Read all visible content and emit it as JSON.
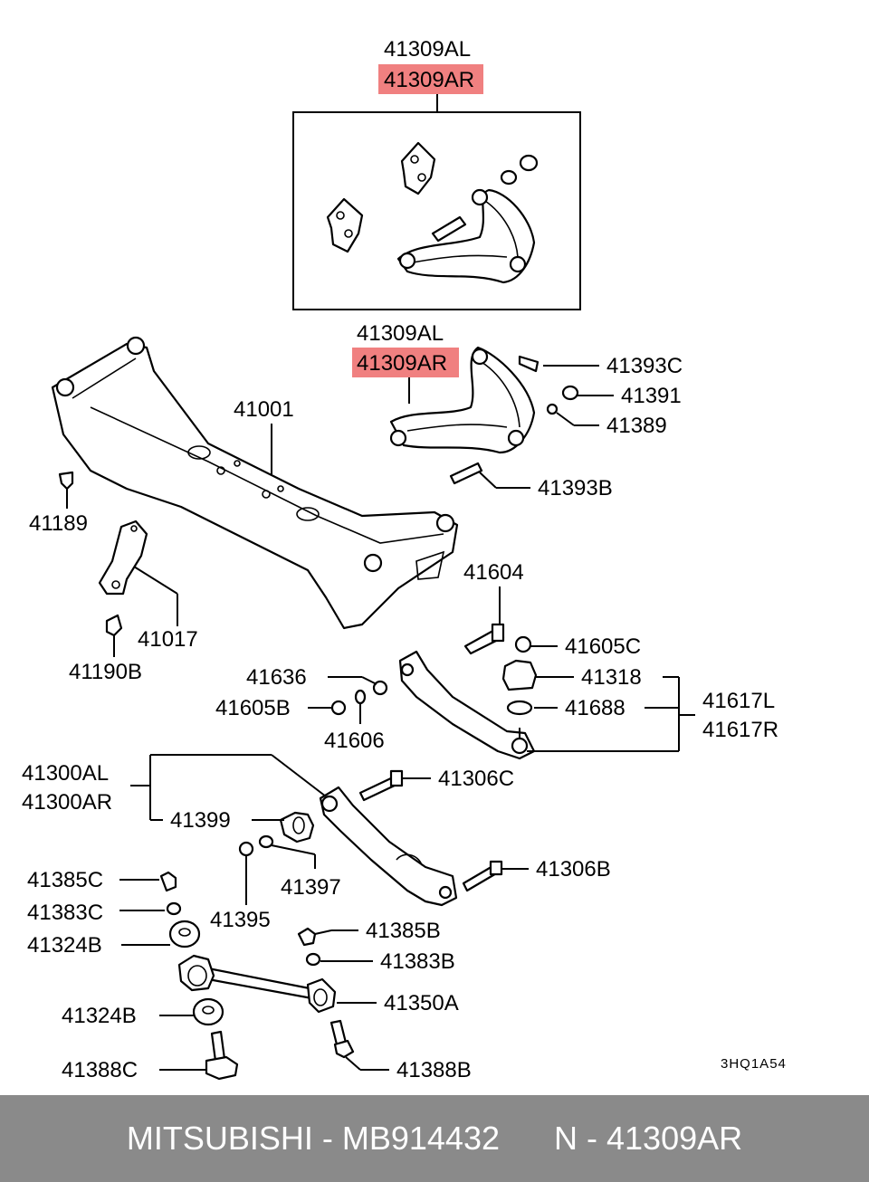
{
  "labels": {
    "p41309AL_top": "41309AL",
    "p41309AR_top": "41309AR",
    "p41309AL_mid": "41309AL",
    "p41309AR_mid": "41309AR",
    "p41393C": "41393C",
    "p41391": "41391",
    "p41389": "41389",
    "p41001": "41001",
    "p41393B": "41393B",
    "p41189": "41189",
    "p41017": "41017",
    "p41190B": "41190B",
    "p41604": "41604",
    "p41605C": "41605C",
    "p41636": "41636",
    "p41318": "41318",
    "p41617L": "41617L",
    "p41605B": "41605B",
    "p41688": "41688",
    "p41617R": "41617R",
    "p41606": "41606",
    "p41300AL": "41300AL",
    "p41306C": "41306C",
    "p41300AR": "41300AR",
    "p41399": "41399",
    "p41306B": "41306B",
    "p41385C": "41385C",
    "p41397": "41397",
    "p41383C": "41383C",
    "p41395": "41395",
    "p41385B": "41385B",
    "p41324B_a": "41324B",
    "p41383B": "41383B",
    "p41350A": "41350A",
    "p41324B_b": "41324B",
    "p41388C": "41388C",
    "p41388B": "41388B"
  },
  "diagram_code": "3HQ1A54",
  "highlight_color": "#f08080",
  "footer": {
    "brand": "MITSUBISHI",
    "sep1": " - ",
    "part_number": "MB914432",
    "gap": "      ",
    "ref_prefix": "N",
    "sep2": " - ",
    "ref_number": "41309AR"
  }
}
